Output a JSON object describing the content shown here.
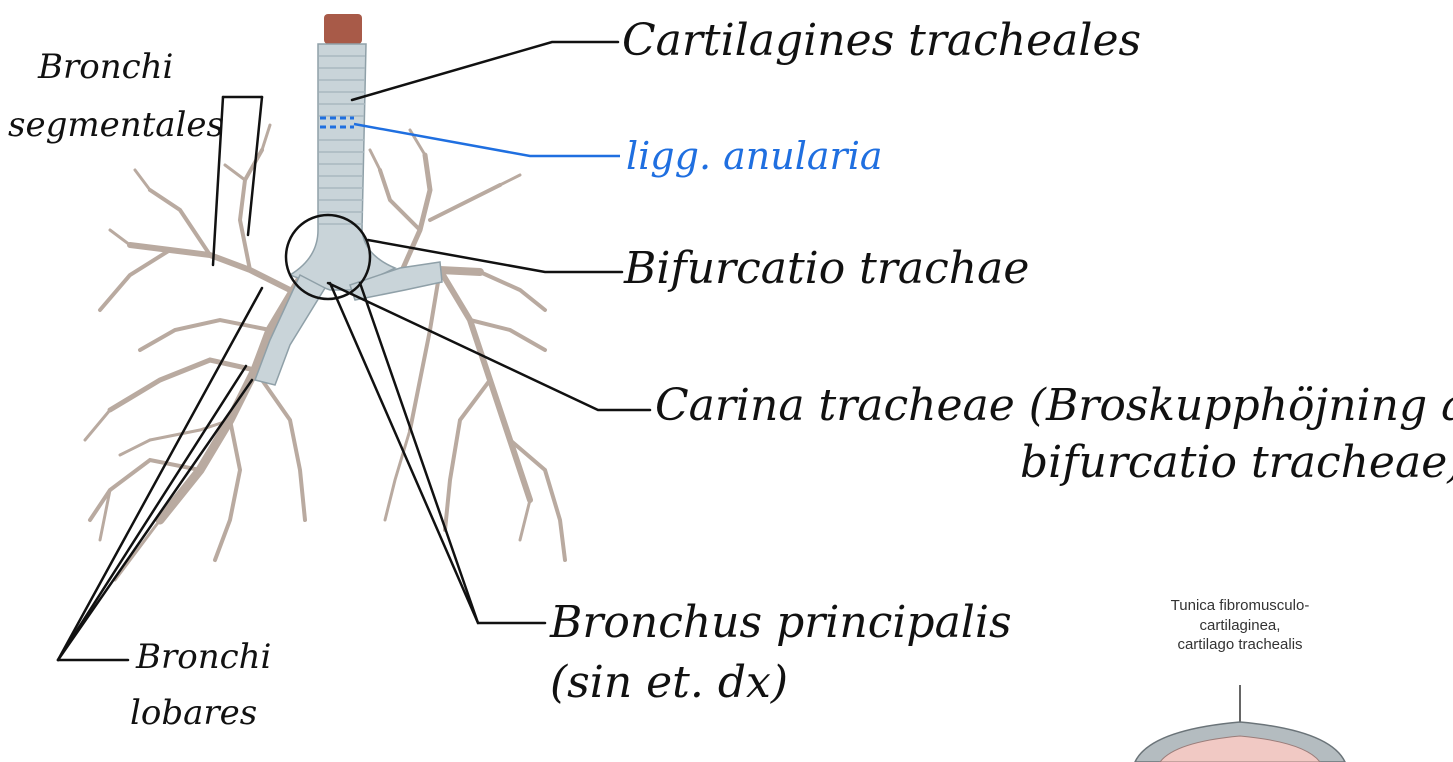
{
  "labels": {
    "cartilagines": "Cartilagines tracheales",
    "ligg": "ligg. anularia",
    "bifurcatio": "Bifurcatio trachae",
    "carina_line1": "Carina tracheae (Broskupphöjning av",
    "carina_line2": "bifurcatio tracheae)",
    "bronchus_line1": "Bronchus principalis",
    "bronchus_line2": "(sin et. dx)",
    "bronchi_seg_line1": "Bronchi",
    "bronchi_seg_line2": "segmentales",
    "bronchi_lob_line1": "Bronchi",
    "bronchi_lob_line2": "lobares"
  },
  "inset": {
    "line1": "Tunica fibromusculo-",
    "line2": "cartilaginea,",
    "line3": "cartilago trachealis"
  },
  "colors": {
    "ink": "#111111",
    "ink_blue": "#1f6fe0",
    "trachea": "#c9d4d9",
    "branches": "#b9aaa0",
    "larynx": "#a85a48"
  }
}
